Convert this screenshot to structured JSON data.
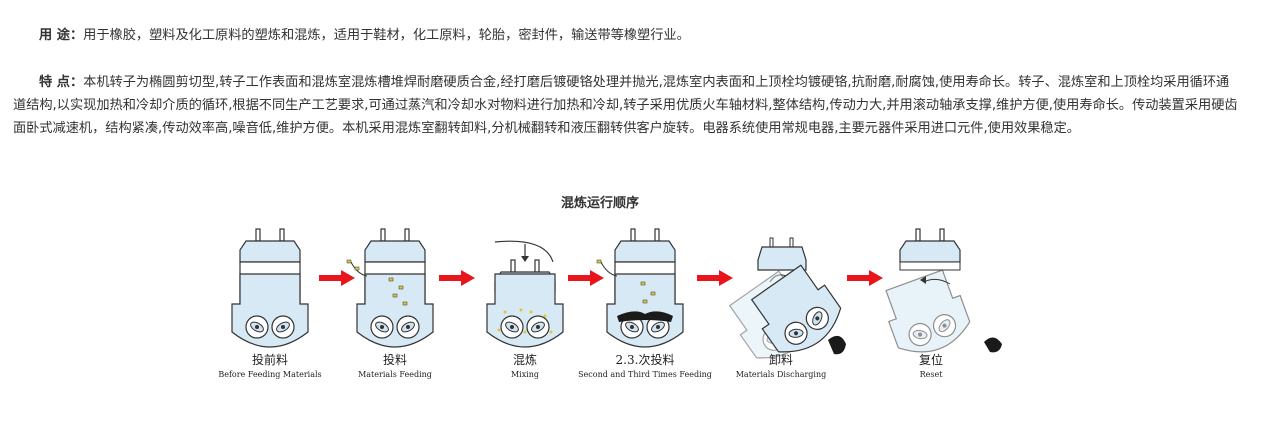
{
  "usage": {
    "label": "用 途：",
    "text": "用于橡胶，塑料及化工原料的塑炼和混炼，适用于鞋材，化工原料，轮胎，密封件，输送带等橡塑行业。"
  },
  "features": {
    "label": "特 点：",
    "text": "本机转子为椭圆剪切型,转子工作表面和混炼室混炼槽堆焊耐磨硬质合金,经打磨后镀硬铬处理并抛光,混炼室内表面和上顶栓均镀硬铬,抗耐磨,耐腐蚀,使用寿命长。转子、混炼室和上顶栓均采用循环通道结构,以实现加热和冷却介质的循环,根据不同生产工艺要求,可通过蒸汽和冷却水对物料进行加热和冷却,转子采用优质火车轴材料,整体结构,传动力大,并用滚动轴承支撑,维护方便,使用寿命长。传动装置采用硬齿面卧式减速机，结构紧凑,传动效率高,噪音低,维护方便。本机采用混炼室翻转卸料,分机械翻转和液压翻转供客户旋转。电器系统使用常规电器,主要元器件采用进口元件,使用效果稳定。"
  },
  "diagram": {
    "title": "混炼运行顺序",
    "stages": [
      {
        "zh": "投前料",
        "en": "Before Feeding Materials"
      },
      {
        "zh": "投料",
        "en": "Materials Feeding"
      },
      {
        "zh": "混炼",
        "en": "Mixing"
      },
      {
        "zh": "2.3.次投料",
        "en": "Second and Third Times Feeding"
      },
      {
        "zh": "卸料",
        "en": "Materials Discharging"
      },
      {
        "zh": "复位",
        "en": "Reset"
      }
    ],
    "colors": {
      "chamber": "#d6e9f5",
      "outline": "#333333",
      "arrow": "#e8161c",
      "material": "#e3c53a",
      "rubber": "#1a1a1a"
    }
  }
}
